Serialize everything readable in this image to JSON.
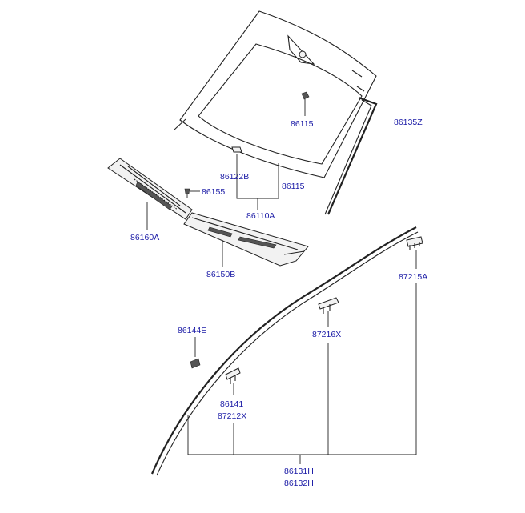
{
  "diagram": {
    "labels": {
      "p86115_top": "86115",
      "p86135Z": "86135Z",
      "p86122B": "86122B",
      "p86115_bottom": "86115",
      "p86155": "86155",
      "p86110A": "86110A",
      "p86160A": "86160A",
      "p86150B": "86150B",
      "p87215A": "87215A",
      "p86144E": "86144E",
      "p87216X": "87216X",
      "p86141": "86141",
      "p87212X": "87212X",
      "p86131H": "86131H",
      "p86132H": "86132H"
    },
    "colors": {
      "label": "#1a1aa6",
      "line": "#222222",
      "background": "#ffffff"
    }
  }
}
